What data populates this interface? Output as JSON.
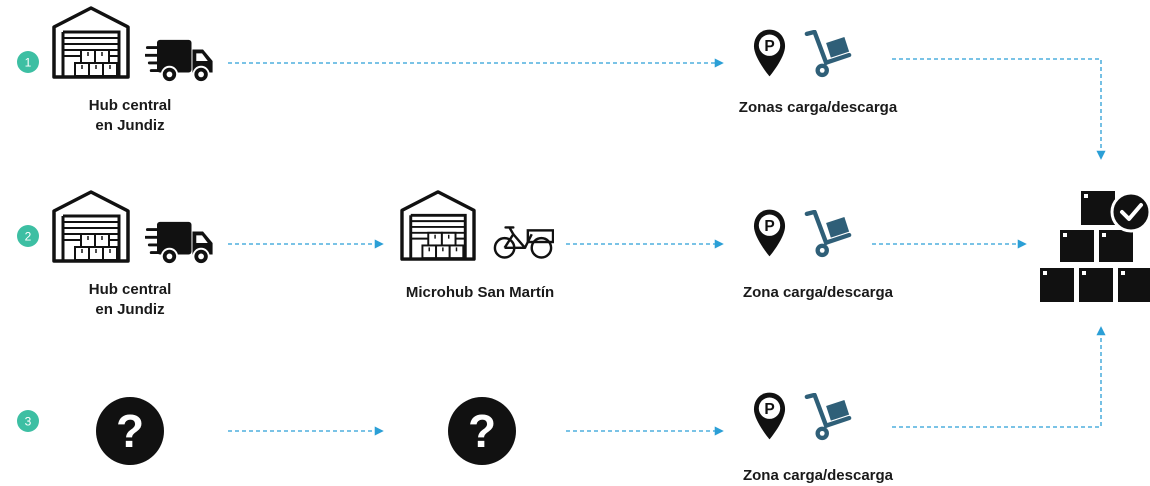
{
  "colors": {
    "badge": "#3dbfa3",
    "arrow": "#2b9fd6",
    "icon": "#111111",
    "trolley": "#2f5f78"
  },
  "rows": [
    {
      "number": "1",
      "origin_label_line1": "Hub central",
      "origin_label_line2": "en Jundiz",
      "destination_label": "Zonas carga/descarga"
    },
    {
      "number": "2",
      "origin_label_line1": "Hub central",
      "origin_label_line2": "en Jundiz",
      "middle_label": "Microhub San Martín",
      "destination_label": "Zona carga/descarga"
    },
    {
      "number": "3",
      "unknown_glyph": "?",
      "destination_label": "Zona carga/descarga"
    }
  ],
  "icons": {
    "warehouse": "warehouse-icon",
    "truck": "delivery-truck-icon",
    "cargo_bike": "cargo-bike-icon",
    "parking_pin": "parking-pin-icon",
    "hand_trolley": "hand-trolley-icon",
    "unknown": "question-mark-icon",
    "delivered_packages": "delivered-packages-icon",
    "check": "check-icon"
  }
}
